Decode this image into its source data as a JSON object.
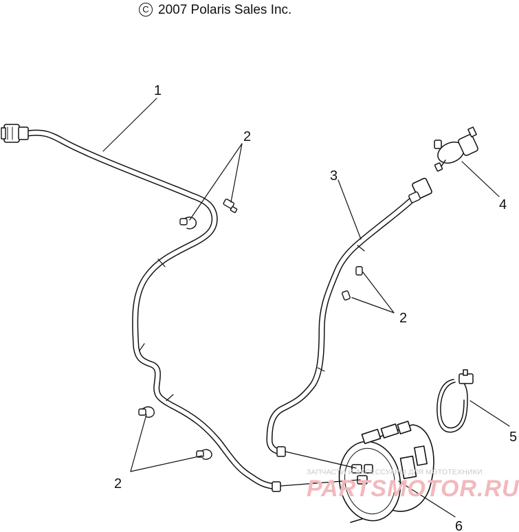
{
  "header": {
    "copyright_symbol": "C",
    "copyright_text": "2007 Polaris Sales Inc."
  },
  "callouts": [
    {
      "id": "1",
      "text": "1"
    },
    {
      "id": "2a",
      "text": "2"
    },
    {
      "id": "3",
      "text": "3"
    },
    {
      "id": "4",
      "text": "4"
    },
    {
      "id": "2b",
      "text": "2"
    },
    {
      "id": "5",
      "text": "5"
    },
    {
      "id": "2c",
      "text": "2"
    },
    {
      "id": "6",
      "text": "6"
    }
  ],
  "watermark": {
    "small": "ЗАПЧАСТИ И АКСЕССУАРЫ ДЛЯ МОТОТЕХНИКИ",
    "big": "PARTSMOTOR.RU"
  },
  "colors": {
    "line": "#111111",
    "watermark_red": "#f2b9bd",
    "watermark_gray": "#c9c9c9"
  }
}
